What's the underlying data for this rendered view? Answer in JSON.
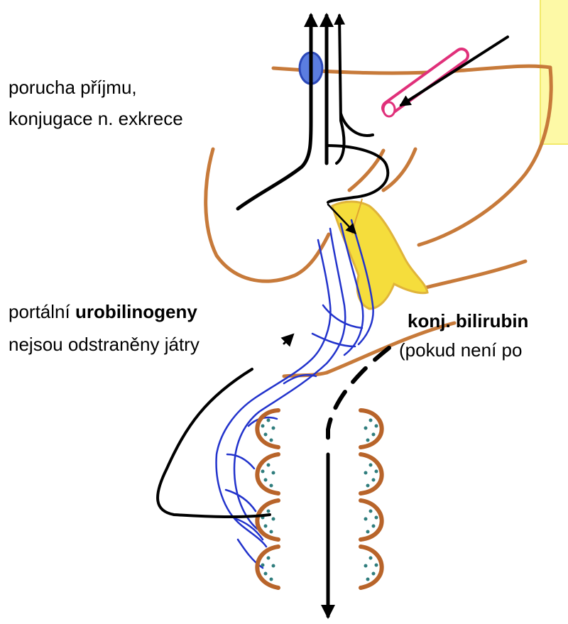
{
  "labels": {
    "uptake_line1": "porucha příjmu,",
    "uptake_line2": "konjugace n. exkrece",
    "portal_prefix": "portální ",
    "portal_bold": "urobilinogeny",
    "portal_line2": "nejsou odstraněny játry",
    "conj_bold": "konj. bilirubin",
    "conj_line2": "(pokud není po"
  },
  "colors": {
    "liver_outline": "#c77a3a",
    "bile_duct": "#f5dd3c",
    "portal_veins": "#2233cc",
    "blood_vessel": "#e0307a",
    "vein_stub": "#2a47b8",
    "intestine_wall": "#b8642a",
    "intestine_villi": "#2f7d7d",
    "arrows": "#000000",
    "note_box": "#fdf9a6"
  }
}
